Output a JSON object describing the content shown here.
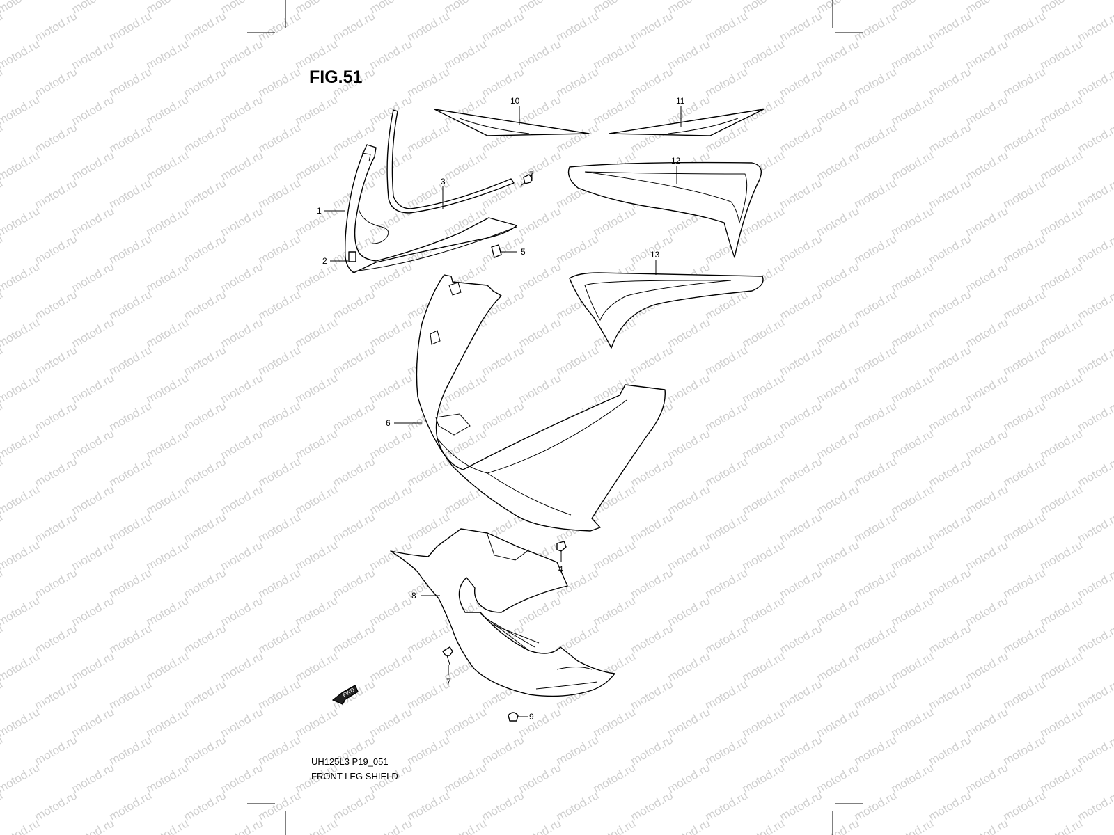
{
  "figure": {
    "title": "FIG.51",
    "model_code": "UH125L3 P19_051",
    "caption": "FRONT LEG SHIELD"
  },
  "watermark": {
    "text": "motod.ru"
  },
  "arrow_label": "FWD",
  "callouts": [
    {
      "id": "1",
      "label": "1"
    },
    {
      "id": "2",
      "label": "2"
    },
    {
      "id": "3",
      "label": "3"
    },
    {
      "id": "4",
      "label": "4"
    },
    {
      "id": "5",
      "label": "5"
    },
    {
      "id": "6",
      "label": "6"
    },
    {
      "id": "7a",
      "label": "7"
    },
    {
      "id": "7b",
      "label": "7"
    },
    {
      "id": "8",
      "label": "8"
    },
    {
      "id": "9",
      "label": "9"
    },
    {
      "id": "10",
      "label": "10"
    },
    {
      "id": "11",
      "label": "11"
    },
    {
      "id": "12",
      "label": "12"
    },
    {
      "id": "13",
      "label": "13"
    }
  ]
}
